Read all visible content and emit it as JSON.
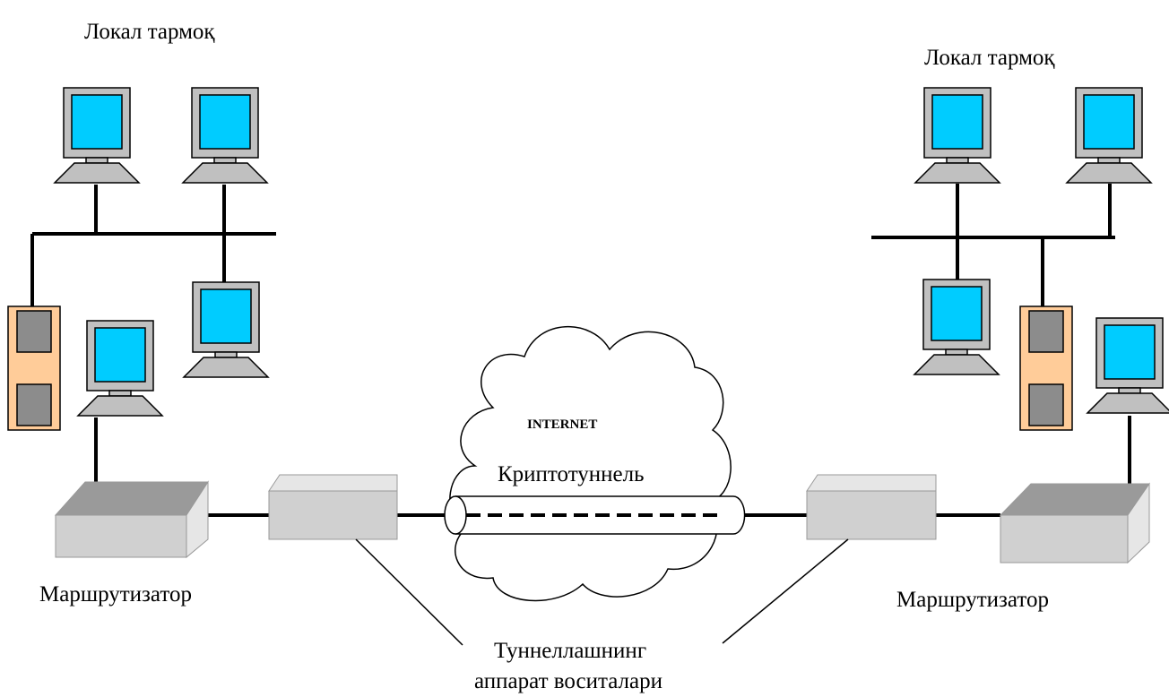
{
  "diagram": {
    "left_network_label": "Локал тармоқ",
    "right_network_label": "Локал тармоқ",
    "cloud_label": "INTERNET",
    "tunnel_label": "Криптотуннель",
    "left_router_label": "Маршрутизатор",
    "right_router_label": "Маршрутизатор",
    "tunnel_devices_label_line1": "Туннеллашнинг",
    "tunnel_devices_label_line2": "аппарат воситалари"
  },
  "colors": {
    "screen": "#00ccff",
    "monitor_frame": "#c0c0c0",
    "device_face": "#d0d0d0",
    "device_top": "#e6e6e6",
    "device_side": "#9a9a9a",
    "server_panel": "#ffcc99",
    "server_slot": "#8c8c8c"
  },
  "icons": [
    "computer-icon",
    "server-icon",
    "router-icon",
    "cloud-icon",
    "tunnel-icon"
  ]
}
